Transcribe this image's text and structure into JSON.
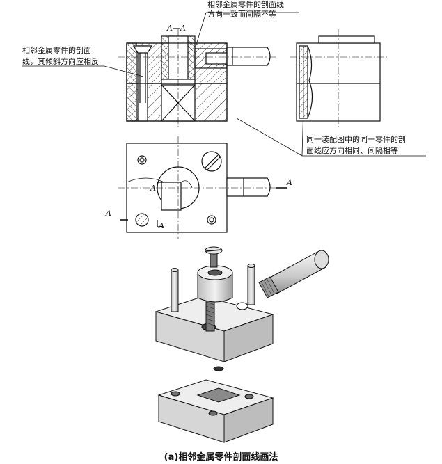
{
  "annotations": {
    "top_note_line1": "相邻金属零件的剖面线",
    "top_note_line2": "方向一致而间隔不等",
    "left_note_line1": "相邻金属零件的剖面",
    "left_note_line2": "线，其倾斜方向应相反",
    "right_note_line1": "同一装配图中的同一零件的剖",
    "right_note_line2": "面线应方向相同、间隔相等"
  },
  "section_labels": {
    "section_title": "A—A",
    "a_mark_1": "A",
    "a_mark_2": "A",
    "a_mark_3": "A",
    "a_mark_4": "A"
  },
  "caption": "(a)相邻金属零件剖面线画法",
  "colors": {
    "line": "#111111",
    "metal_face": "#d9d9d9",
    "metal_top": "#eeeeee",
    "metal_side": "#bdbdbd"
  }
}
